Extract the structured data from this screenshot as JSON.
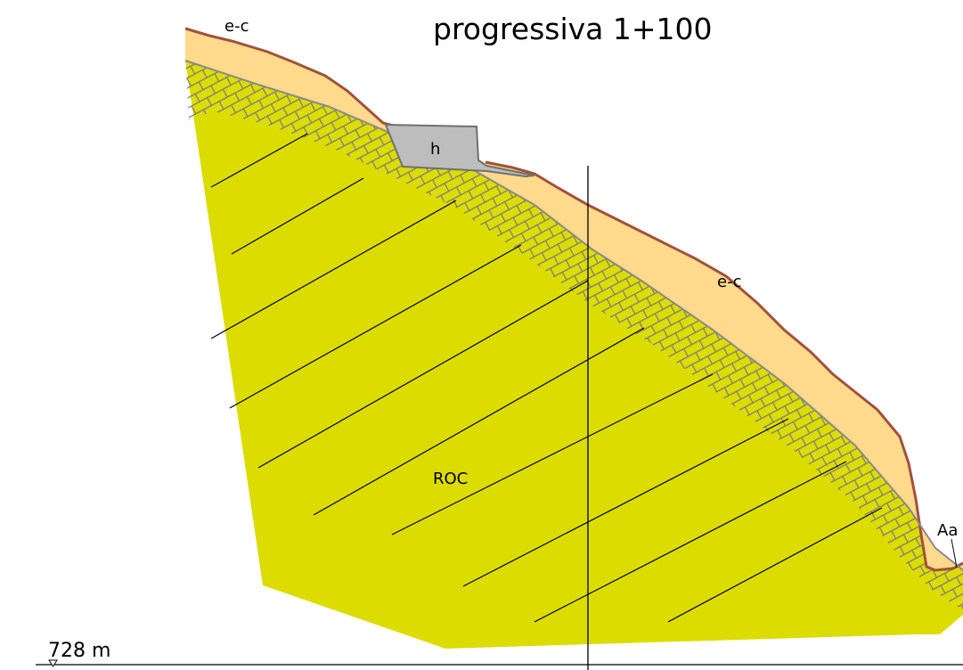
{
  "title": "progressiva 1+100",
  "labels": {
    "ec_top": "e-c",
    "ec_right": "e-c",
    "h": "h",
    "roc": "ROC",
    "aa": "Aa"
  },
  "datum": {
    "label": "728 m"
  },
  "colors": {
    "rock": "#dcdc00",
    "cover": "#ffd98c",
    "cover_edge": "#a0523c",
    "h_fill": "#bdbdbd",
    "h_edge": "#707070",
    "weathered_hatch": "#7a7a7a",
    "bedding_lines": "#000000",
    "section_axis": "#000000"
  }
}
